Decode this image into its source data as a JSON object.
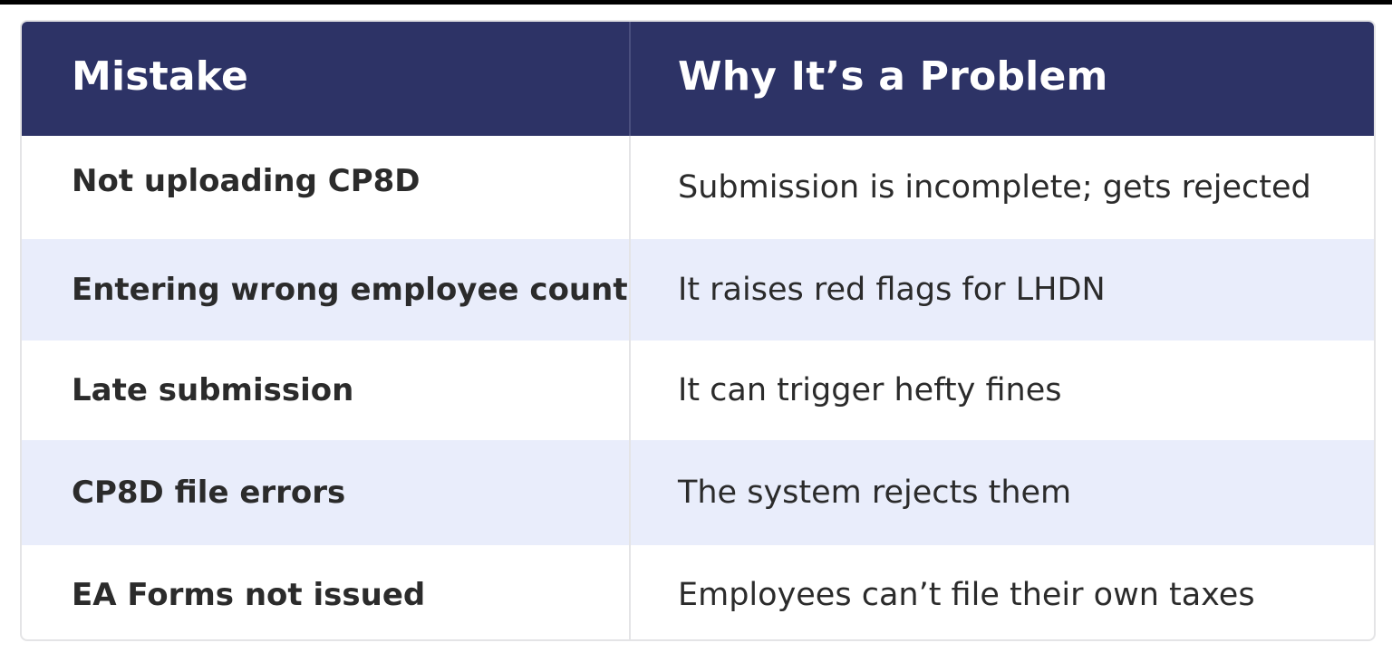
{
  "table": {
    "headers": [
      "Mistake",
      "Why It’s a Problem"
    ],
    "rows": [
      {
        "mistake": "Not uploading CP8D",
        "problem": "Submission is incomplete; gets rejected"
      },
      {
        "mistake": "Entering wrong employee count",
        "problem": "It raises red flags for LHDN"
      },
      {
        "mistake": "Late submission",
        "problem": "It can trigger hefty fines"
      },
      {
        "mistake": "CP8D file errors",
        "problem": "The system rejects them"
      },
      {
        "mistake": "EA Forms not issued",
        "problem": "Employees can’t file their own taxes"
      }
    ]
  },
  "colors": {
    "header_bg": "#2d3366",
    "header_text": "#ffffff",
    "row_alt_bg": "#e9edfb",
    "row_bg": "#ffffff",
    "body_text": "#2b2b2b",
    "border": "#e4e4e6"
  }
}
